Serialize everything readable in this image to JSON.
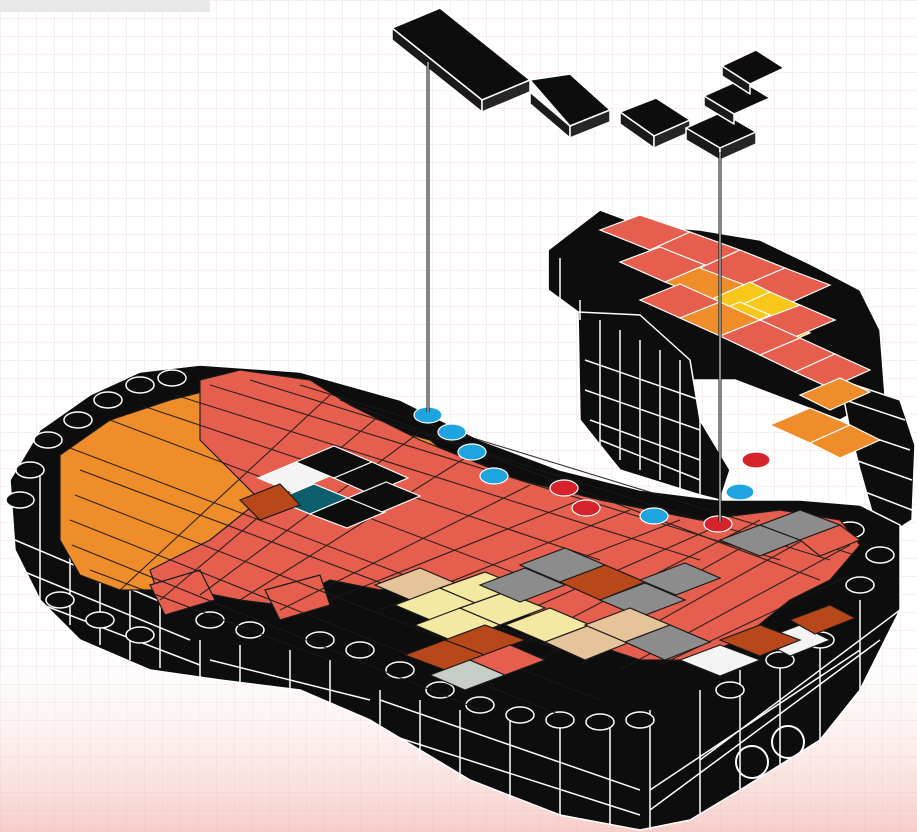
{
  "diagram": {
    "kind": "isometric-brick-build-instruction",
    "background": {
      "grid_color": "#f0d2d2",
      "gradient_bottom": "#f3b8b2"
    },
    "colors": {
      "black": "#0d0d0d",
      "outline": "#ffffff",
      "orange": "#ee8d2a",
      "salmon": "#e65e4e",
      "rust": "#b8481a",
      "yellow": "#f7c81a",
      "cream": "#f3e9a2",
      "tan": "#e6c49a",
      "gray": "#8c8c8c",
      "light_gray": "#c7cdc7",
      "white": "#f4f4f4",
      "teal": "#0d5f6d",
      "stud_blue": "#1ea5df",
      "stud_red": "#d6232b"
    },
    "guide_lines": 2,
    "floating_part": {
      "description_color": "black",
      "segments": 6
    }
  }
}
